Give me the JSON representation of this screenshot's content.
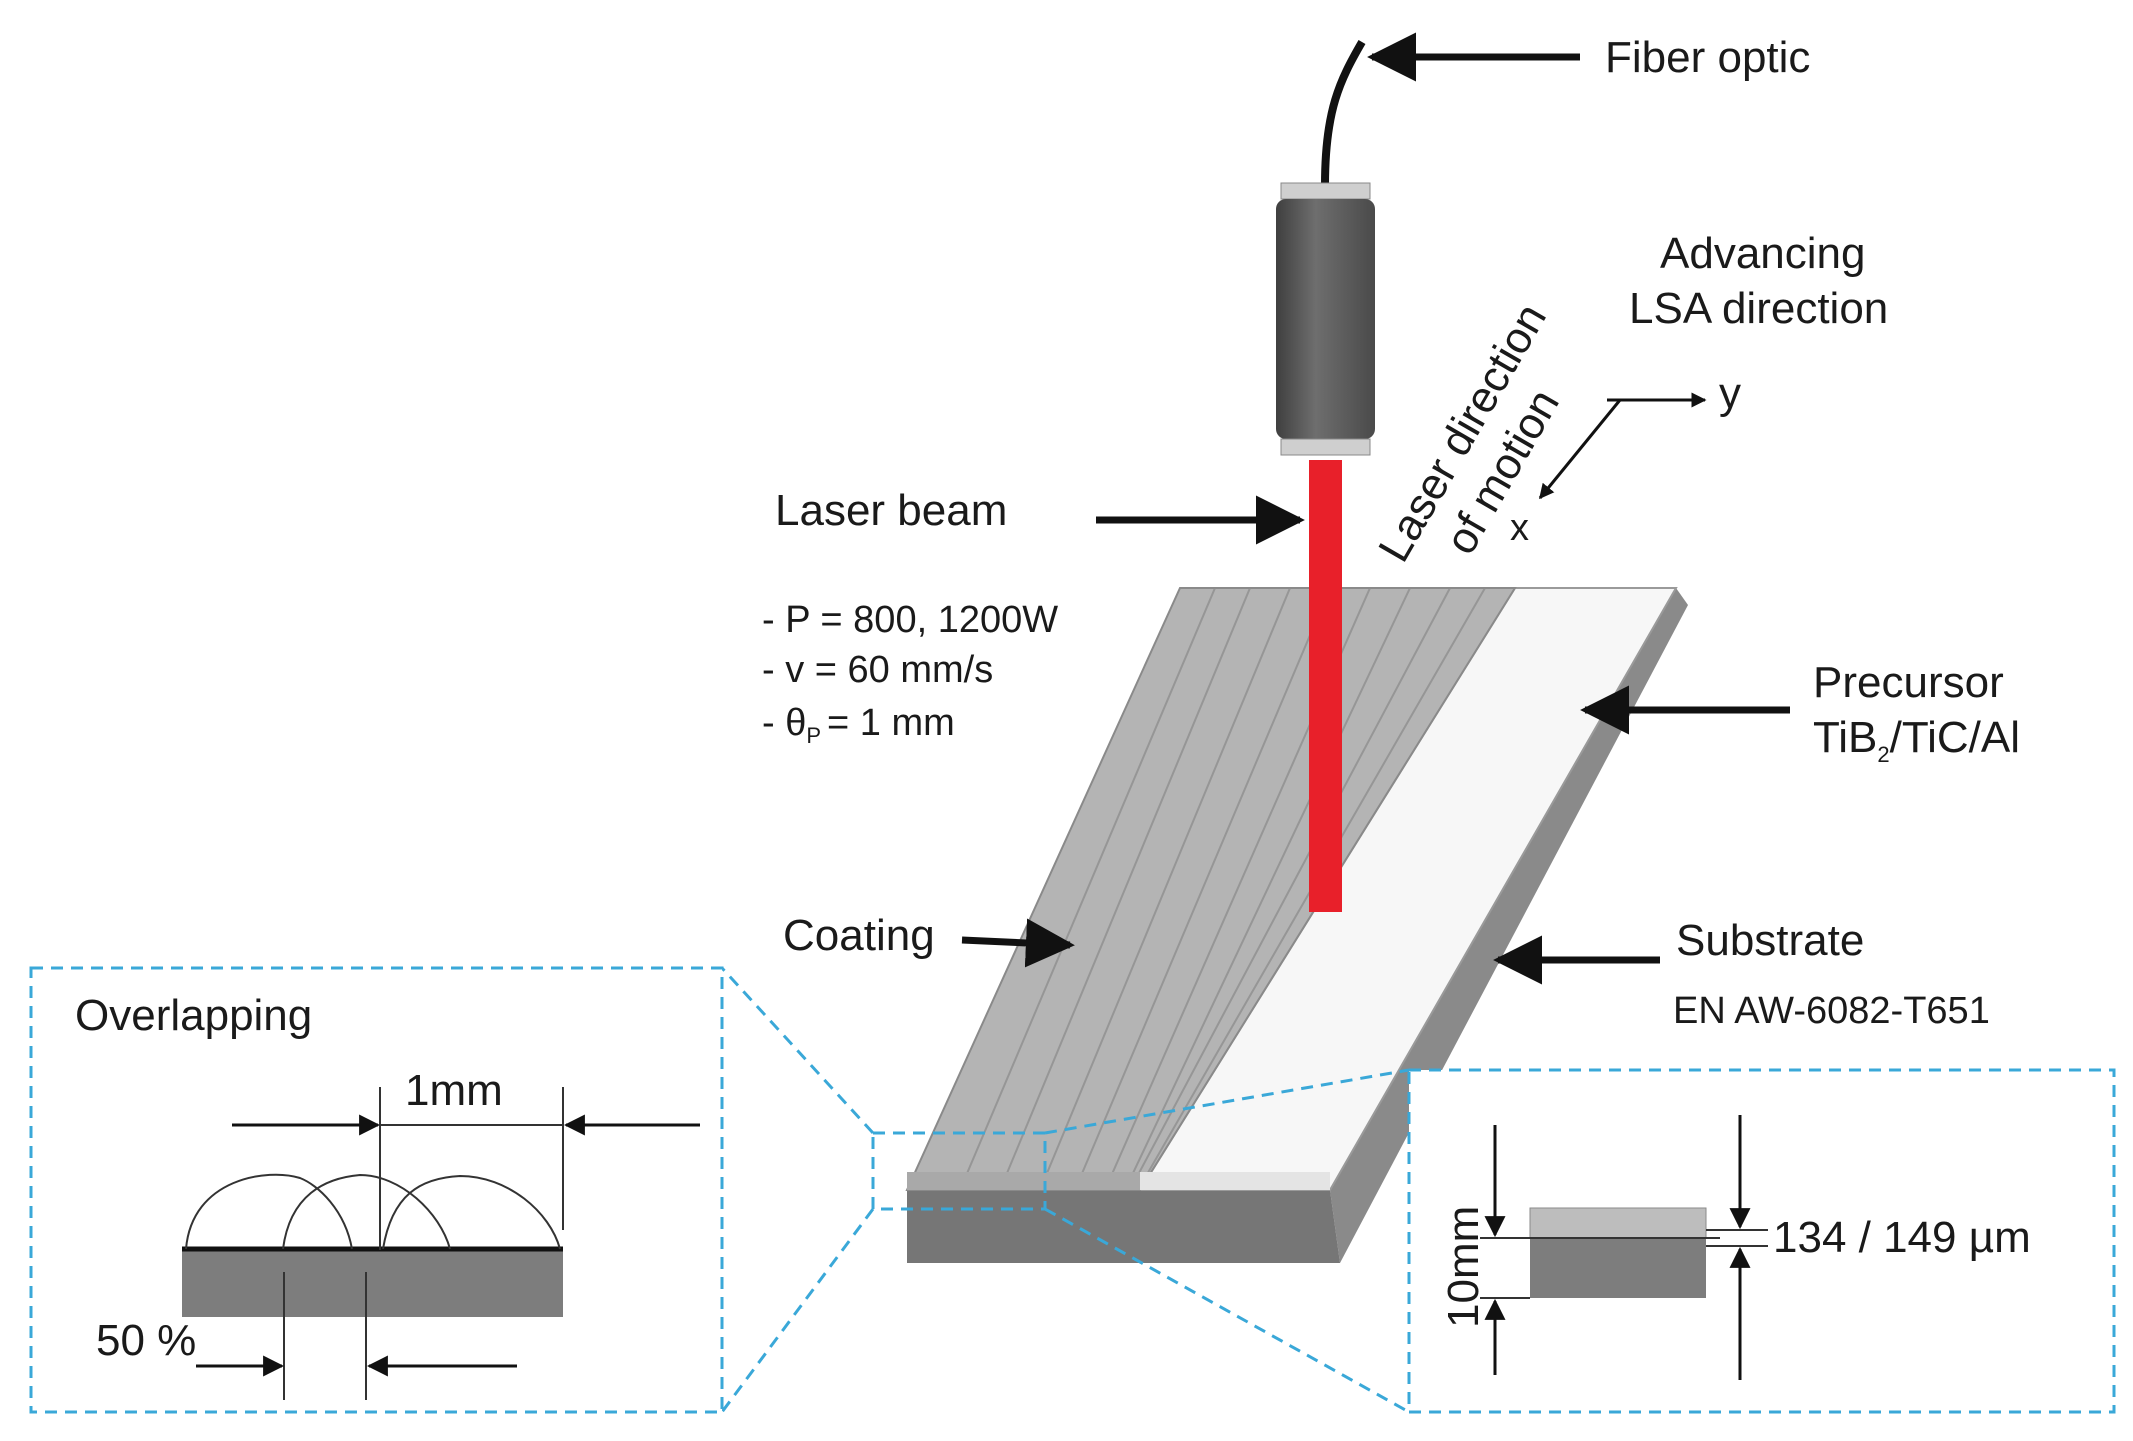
{
  "labels": {
    "fiber_optic": "Fiber optic",
    "advancing_line1": "Advancing",
    "advancing_line2": "LSA direction",
    "laser_dir_line1": "Laser direction",
    "laser_dir_line2": "of motion",
    "axis_y": "y",
    "axis_x": "x",
    "laser_beam": "Laser beam",
    "param_power": "- P = 800, 1200W",
    "param_speed": "- v = 60 mm/s",
    "param_theta_prefix": "- θ",
    "param_theta_sub": "P",
    "param_theta_suffix": "= 1 mm",
    "precursor_line1": "Precursor",
    "precursor_line2_a": "TiB",
    "precursor_line2_sub": "2",
    "precursor_line2_b": "/TiC/Al",
    "coating": "Coating",
    "substrate": "Substrate",
    "substrate_grade": "EN AW-6082-T651"
  },
  "left_inset": {
    "title": "Overlapping",
    "width_label": "1mm",
    "overlap_label": "50 %"
  },
  "right_inset": {
    "height_label": "10mm",
    "coating_label": "134 / 149 µm"
  },
  "colors": {
    "laser": "#e8202a",
    "inset_border": "#3aa8d8",
    "head_body": "#5a5a5a",
    "coating": "#b0b0b0",
    "substrate_side": "#7a7a7a"
  }
}
